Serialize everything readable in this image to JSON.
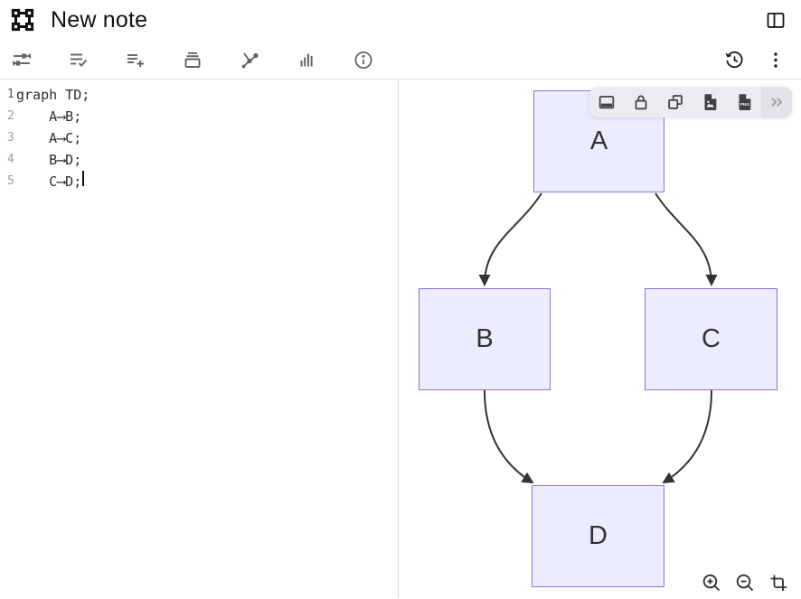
{
  "header": {
    "title": "New note",
    "logo_icon": "object-group-icon",
    "panel_toggle_icon": "sidebar-right-icon"
  },
  "toolbar": {
    "left_icons": [
      "tune-sliders-icon",
      "list-check-icon",
      "list-add-icon",
      "archive-icon",
      "graph-share-icon",
      "bar-chart-icon",
      "info-icon"
    ],
    "right_icons": [
      "history-icon",
      "kebab-menu-icon"
    ]
  },
  "editor": {
    "lines": [
      {
        "num": "1",
        "text": "graph TD;"
      },
      {
        "num": "2",
        "text": "    A⟶B;"
      },
      {
        "num": "3",
        "text": "    A⟶C;"
      },
      {
        "num": "4",
        "text": "    B⟶D;"
      },
      {
        "num": "5",
        "text": "    C⟶D;"
      }
    ]
  },
  "diagram": {
    "type": "mermaid-flowchart-TD",
    "nodes": [
      {
        "id": "A",
        "label": "A"
      },
      {
        "id": "B",
        "label": "B"
      },
      {
        "id": "C",
        "label": "C"
      },
      {
        "id": "D",
        "label": "D"
      }
    ],
    "edges": [
      {
        "from": "A",
        "to": "B"
      },
      {
        "from": "A",
        "to": "C"
      },
      {
        "from": "B",
        "to": "D"
      },
      {
        "from": "C",
        "to": "D"
      }
    ],
    "colors": {
      "node_fill": "#ECECFF",
      "node_border": "#9370DB",
      "node_text": "#333333",
      "edge": "#333333"
    }
  },
  "floating_toolbar": {
    "icons": [
      "panel-bottom-icon",
      "lock-icon",
      "copy-icon",
      "image-file-icon",
      "png-file-icon",
      "chevron-double-right-icon"
    ],
    "png_label": "PNG"
  },
  "zoom_controls": {
    "icons": [
      "zoom-in-icon",
      "zoom-out-icon",
      "crop-icon"
    ]
  }
}
